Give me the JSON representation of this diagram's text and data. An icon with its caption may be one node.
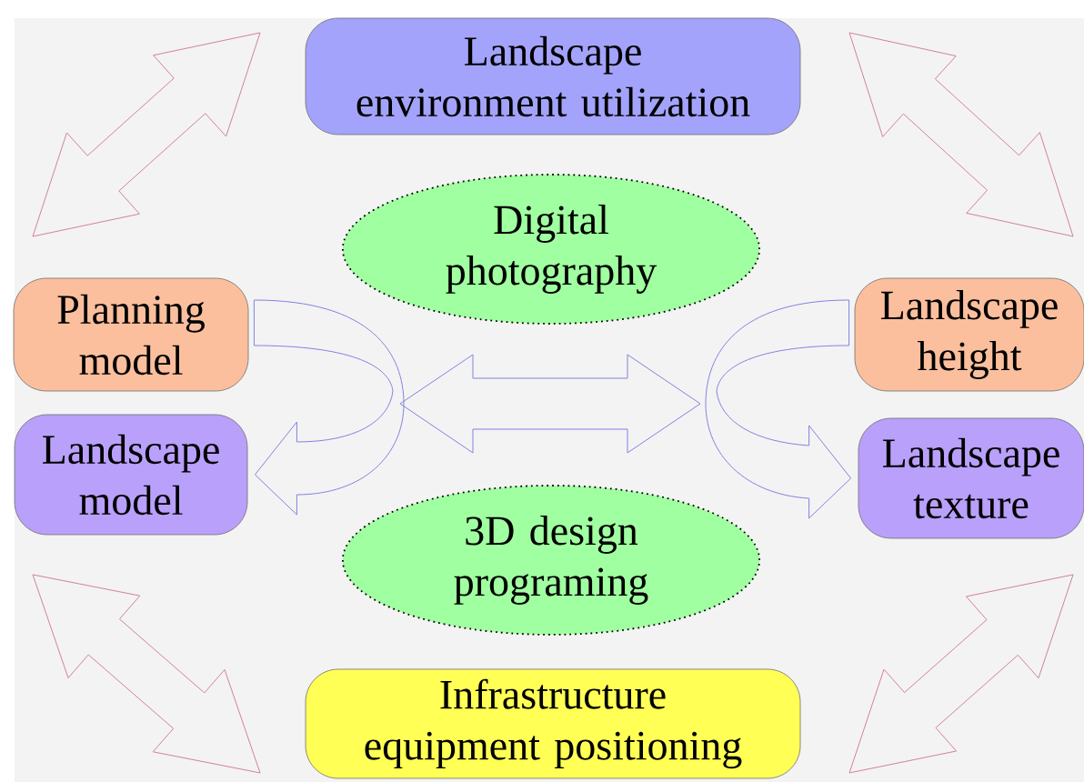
{
  "diagram": {
    "nodes": [
      {
        "text": [
          "Landscape environment utilization"
        ]
      },
      {
        "text": [
          "Digital photography"
        ]
      },
      {
        "text": [
          "Planning model"
        ]
      },
      {
        "text": [
          "Landscape height"
        ]
      },
      {
        "text": [
          "Landscape model"
        ]
      },
      {
        "text": [
          "Landscape texture"
        ]
      },
      {
        "text": [
          "3D design programing"
        ]
      },
      {
        "text": [
          "Infrastructure equipment positioning"
        ]
      }
    ],
    "edges": [
      {
        "from": 2,
        "to": 4,
        "arrow": "to"
      },
      {
        "from": 3,
        "to": 5,
        "arrow": "to"
      }
    ]
  }
}
